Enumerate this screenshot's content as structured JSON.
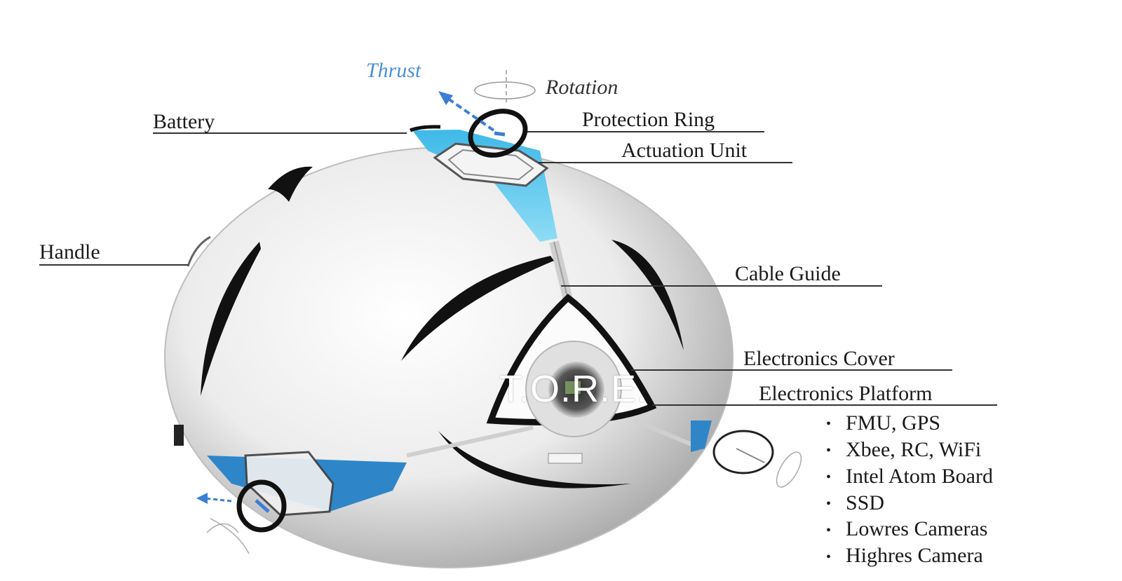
{
  "diagram": {
    "labels": {
      "thrust": "Thrust",
      "rotation": "Rotation",
      "battery": "Battery",
      "protection_ring": "Protection Ring",
      "actuation_unit": "Actuation Unit",
      "handle": "Handle",
      "cable_guide": "Cable Guide",
      "electronics_cover": "Electronics Cover",
      "electronics_platform": "Electronics Platform"
    },
    "platform_items": [
      "FMU, GPS",
      "Xbee, RC, WiFi",
      "Intel Atom Board",
      "SSD",
      "Lowres Cameras",
      "Highres Camera"
    ],
    "watermark": "T.O.R.E."
  },
  "colors": {
    "shell": "#e6e6e6",
    "cyan_panel": "#45c2ea",
    "blue_panel": "#2e86c8",
    "thrust_arrow": "#3b7fd4",
    "ink": "#111111"
  }
}
